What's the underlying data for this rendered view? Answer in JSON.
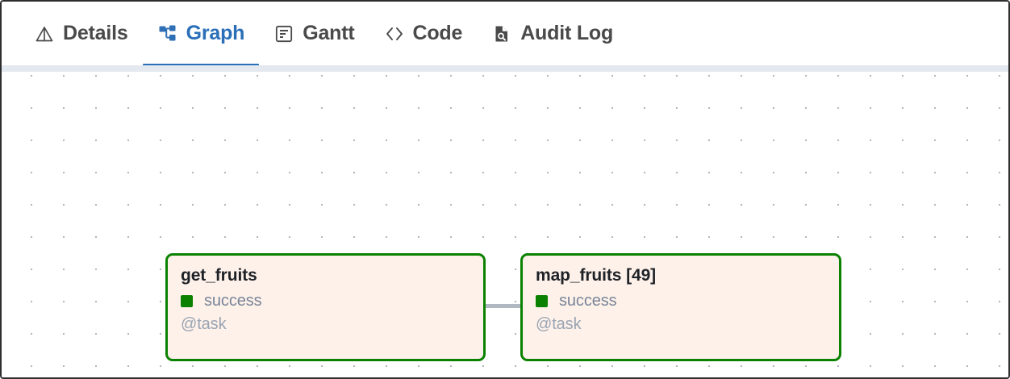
{
  "tabs": [
    {
      "id": "details",
      "label": "Details",
      "icon": "warning-triangle-icon",
      "active": false
    },
    {
      "id": "graph",
      "label": "Graph",
      "icon": "graph-nodes-icon",
      "active": true
    },
    {
      "id": "gantt",
      "label": "Gantt",
      "icon": "gantt-chart-icon",
      "active": false
    },
    {
      "id": "code",
      "label": "Code",
      "icon": "angle-brackets-icon",
      "active": false
    },
    {
      "id": "audit_log",
      "label": "Audit Log",
      "icon": "document-search-icon",
      "active": false
    }
  ],
  "graph": {
    "nodes": [
      {
        "id": "get_fruits",
        "title": "get_fruits",
        "status": "success",
        "status_color": "#0a8100",
        "type": "@task",
        "border_color": "#0a8100",
        "fill_color": "#fdf1ea"
      },
      {
        "id": "map_fruits",
        "title": "map_fruits [49]",
        "status": "success",
        "status_color": "#0a8100",
        "type": "@task",
        "border_color": "#0a8100",
        "fill_color": "#fdf1ea"
      }
    ],
    "edges": [
      {
        "id": "edge-1",
        "from": "get_fruits",
        "to": "map_fruits",
        "color": "#b0b8c1"
      }
    ]
  },
  "theme": {
    "accent": "#2a6fb8",
    "tab_text": "#4a4a4a",
    "muted_text": "#7a8598",
    "canvas_dot": "#b4b7bd"
  }
}
